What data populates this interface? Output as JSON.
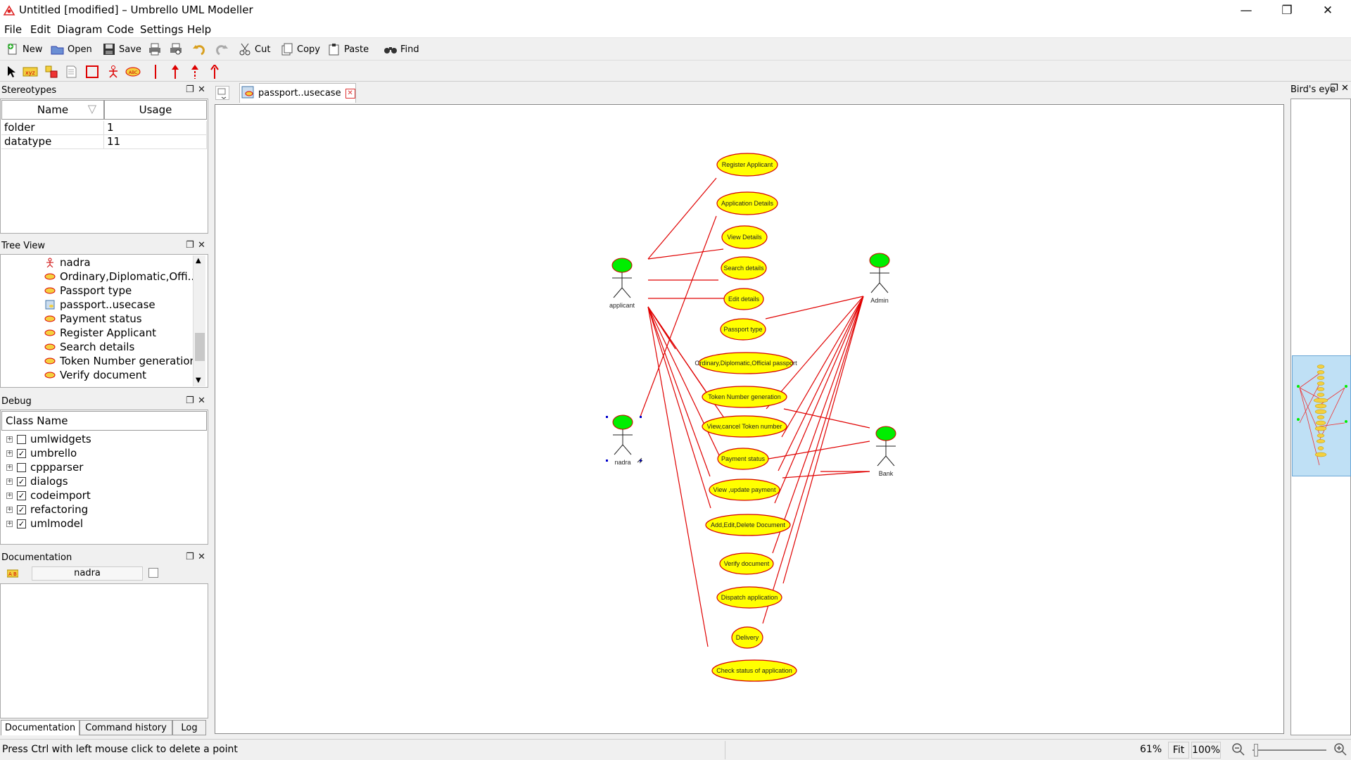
{
  "window": {
    "title": "Untitled [modified] – Umbrello UML Modeller",
    "minimize_icon": "minimize-icon",
    "restore_icon": "restore-icon",
    "close_icon": "close-icon"
  },
  "menu": [
    "File",
    "Edit",
    "Diagram",
    "Code",
    "Settings",
    "Help"
  ],
  "toolbar": {
    "new": "New",
    "open": "Open",
    "save": "Save",
    "cut": "Cut",
    "copy": "Copy",
    "paste": "Paste",
    "find": "Find"
  },
  "stereotypes": {
    "title": "Stereotypes",
    "col_name": "Name",
    "col_usage": "Usage",
    "rows": [
      {
        "name": "folder",
        "usage": "1"
      },
      {
        "name": "datatype",
        "usage": "11"
      }
    ]
  },
  "tree_view": {
    "title": "Tree View",
    "items": [
      "nadra",
      "Ordinary,Diplomatic,Offi...",
      "Passport type",
      "passport..usecase",
      "Payment status",
      "Register Applicant",
      "Search details",
      "Token Number generation",
      "Verify document"
    ]
  },
  "debug": {
    "title": "Debug",
    "col": "Class Name",
    "rows": [
      {
        "name": "umlwidgets",
        "checked": false
      },
      {
        "name": "umbrello",
        "checked": true
      },
      {
        "name": "cppparser",
        "checked": false
      },
      {
        "name": "dialogs",
        "checked": true
      },
      {
        "name": "codeimport",
        "checked": true
      },
      {
        "name": "refactoring",
        "checked": true
      },
      {
        "name": "umlmodel",
        "checked": true
      }
    ]
  },
  "documentation": {
    "title": "Documentation",
    "name_value": "nadra"
  },
  "bottom_tabs": [
    "Documentation",
    "Command history",
    "Log"
  ],
  "diagram_tab": "passport..usecase",
  "birds_eye_title": "Bird's eye",
  "diagram": {
    "actors": {
      "applicant": "applicant",
      "admin": "Admin",
      "nadra": "nadra",
      "bank": "Bank"
    },
    "usecases": [
      "Register Applicant",
      "Application Details",
      "View Details",
      "Search details",
      "Edit details",
      "Passport type",
      "Ordinary,Diplomatic,Official passport",
      "Token Number generation",
      "View,cancel Token number",
      "Payment status",
      "View ,update payment",
      "Add,Edit,Delete Document",
      "Verify document",
      "Dispatch application",
      "Delivery",
      "Check status of application"
    ],
    "colors": {
      "usecase_fill": "#ffff00",
      "usecase_border": "#d40000",
      "actor_head": "#00ee00",
      "line": "#e00000"
    }
  },
  "status": {
    "message": "Press Ctrl with left mouse click to delete a point",
    "zoom": "61%",
    "fit": "Fit",
    "hundred": "100%"
  }
}
